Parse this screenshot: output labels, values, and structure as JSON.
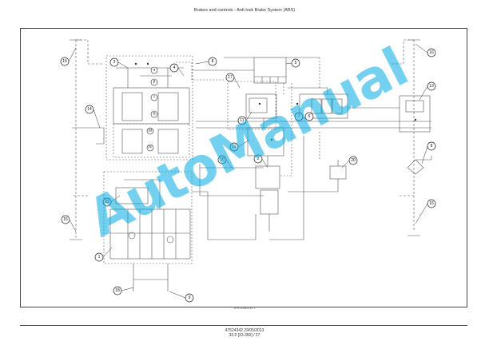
{
  "header": {
    "title": "Brakes and controls - Anti-lock Brake System (ABS)"
  },
  "diagram": {
    "callouts": [
      "1",
      "2",
      "3",
      "4",
      "5",
      "6",
      "7",
      "8",
      "9",
      "10",
      "11",
      "12",
      "13",
      "14",
      "15",
      "16",
      "17",
      "18",
      "19",
      "20",
      "21",
      "22"
    ],
    "roman_labels": [
      "I",
      "II",
      "III",
      "IV"
    ],
    "greek_labels": [
      "α",
      "β",
      "γ",
      "δ"
    ]
  },
  "caption": "RHF11ABS018    1",
  "footer": {
    "doc": "47524342 29/05/2013",
    "page": "33.5 [33.350] / 27"
  },
  "watermark": {
    "text": "AutoManual",
    "color": "#00aae1"
  }
}
